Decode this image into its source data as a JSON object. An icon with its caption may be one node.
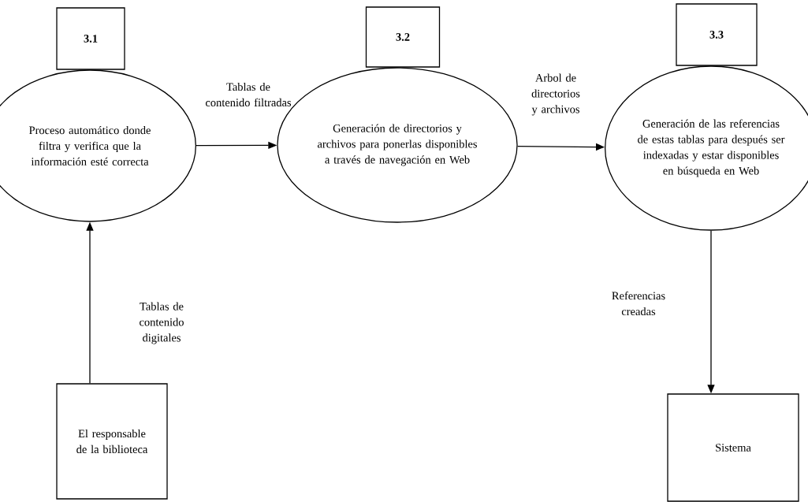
{
  "diagram": {
    "nodes": [
      {
        "text": [
          "3.1"
        ]
      },
      {
        "text": [
          "Proceso automático donde filtra y verifica que la información esté correcta"
        ]
      },
      {
        "text": [
          "3.2"
        ]
      },
      {
        "text": [
          "Generación de directorios y archivos para ponerlas disponibles a través de navegación en Web"
        ]
      },
      {
        "text": [
          "3.3"
        ]
      },
      {
        "text": [
          "Generación de las referencias de estas tablas para después ser indexadas y estar disponibles en búsqueda en Web"
        ]
      },
      {
        "text": [
          "El responsable de la biblioteca"
        ]
      },
      {
        "text": [
          "Sistema"
        ]
      }
    ],
    "edges": [
      {
        "from": 6,
        "to": 1,
        "arrow": "to",
        "label": "Tablas de contenido digitales"
      },
      {
        "from": 1,
        "to": 3,
        "arrow": "to",
        "label": "Tablas de contenido filtradas"
      },
      {
        "from": 3,
        "to": 5,
        "arrow": "to",
        "label": "Arbol de directorios y archivos"
      },
      {
        "from": 5,
        "to": 7,
        "arrow": "to",
        "label": "Referencias creadas"
      }
    ]
  }
}
